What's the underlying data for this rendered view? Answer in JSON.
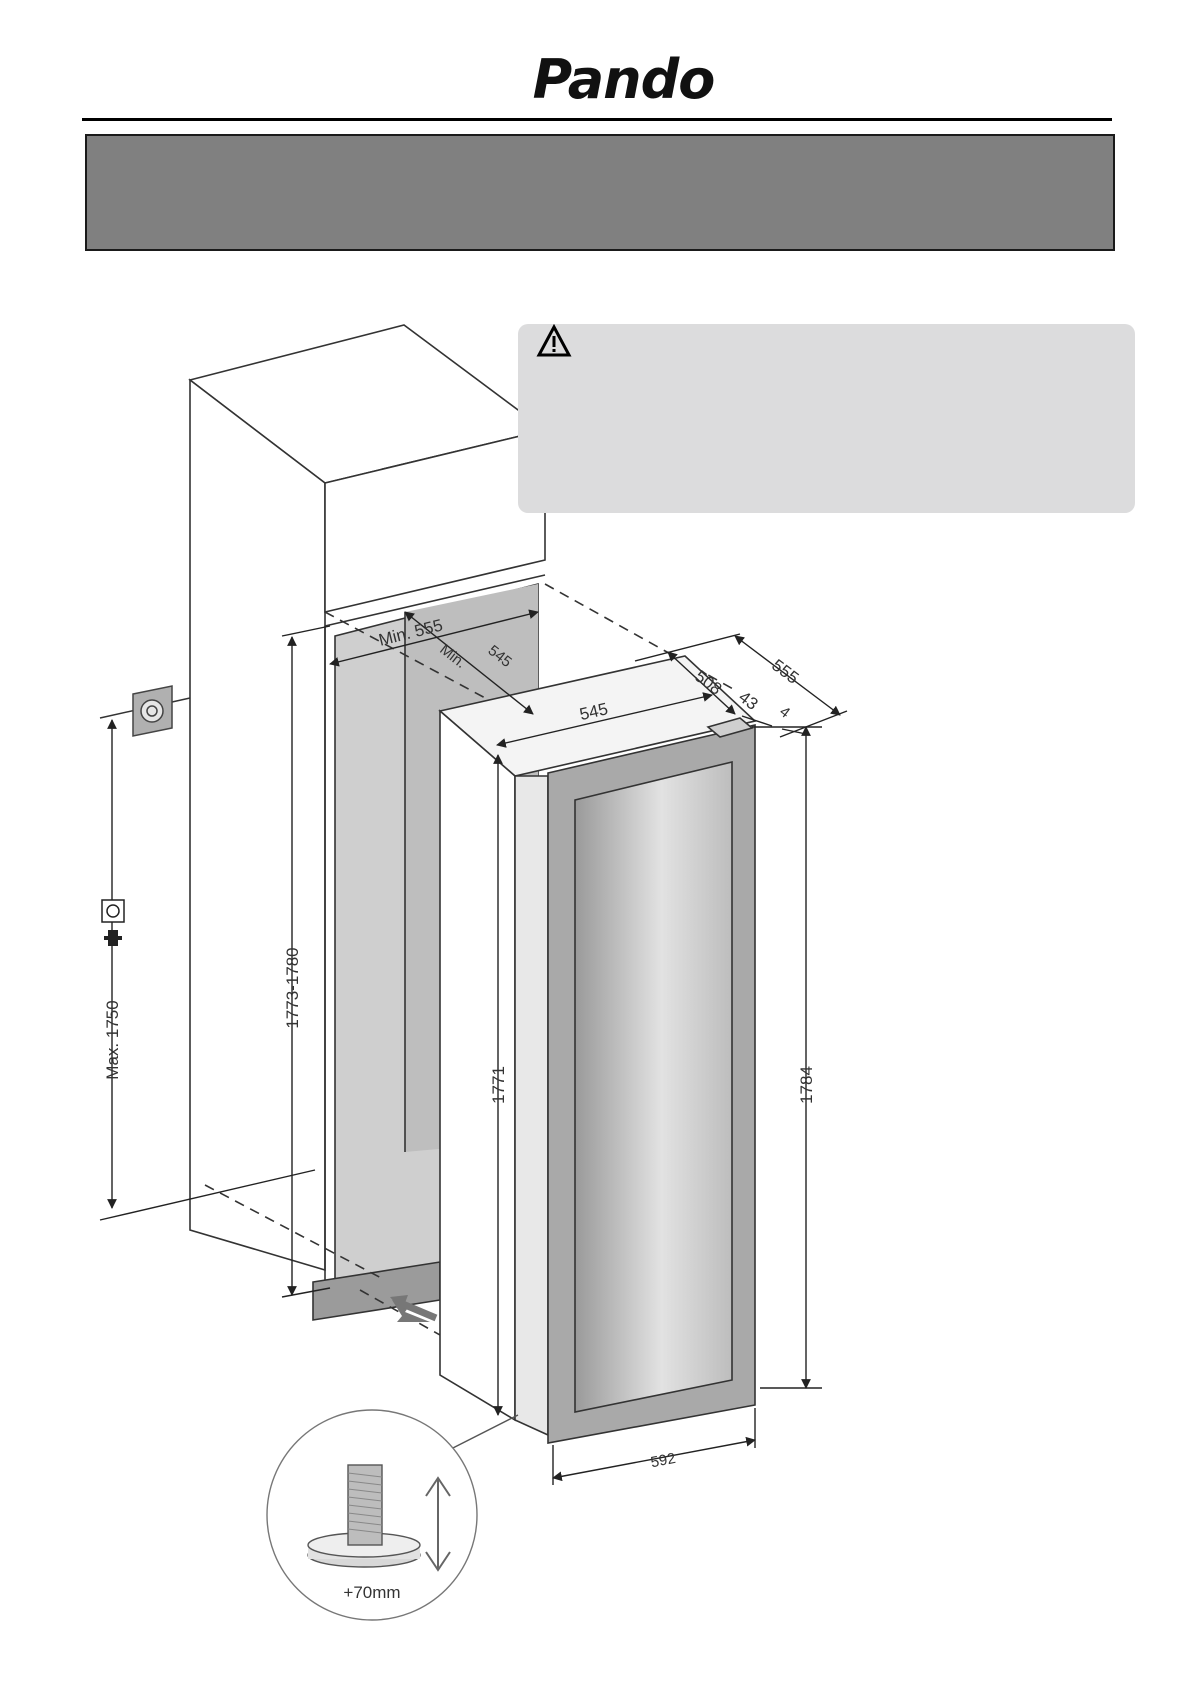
{
  "brand": {
    "logo": "Pando"
  },
  "warning": {
    "icon": "warning-triangle-icon"
  },
  "dimensions": {
    "niche_width": "Min. 555",
    "niche_depth_min": "Min.",
    "niche_depth_value": "545",
    "niche_height": "1773-1780",
    "socket_height": "Max. 1750",
    "appliance_depth_total": "555",
    "appliance_depth_body": "508",
    "appliance_depth_door": "43",
    "appliance_depth_gap": "4",
    "appliance_width_top": "545",
    "appliance_body_height": "1771",
    "appliance_total_height": "1784",
    "appliance_door_width": "592",
    "foot_adjustment": "+70mm"
  },
  "colors": {
    "header_band": "#808080",
    "warning_box": "#dcdcdd",
    "niche_interior": "#cfcfcf"
  }
}
